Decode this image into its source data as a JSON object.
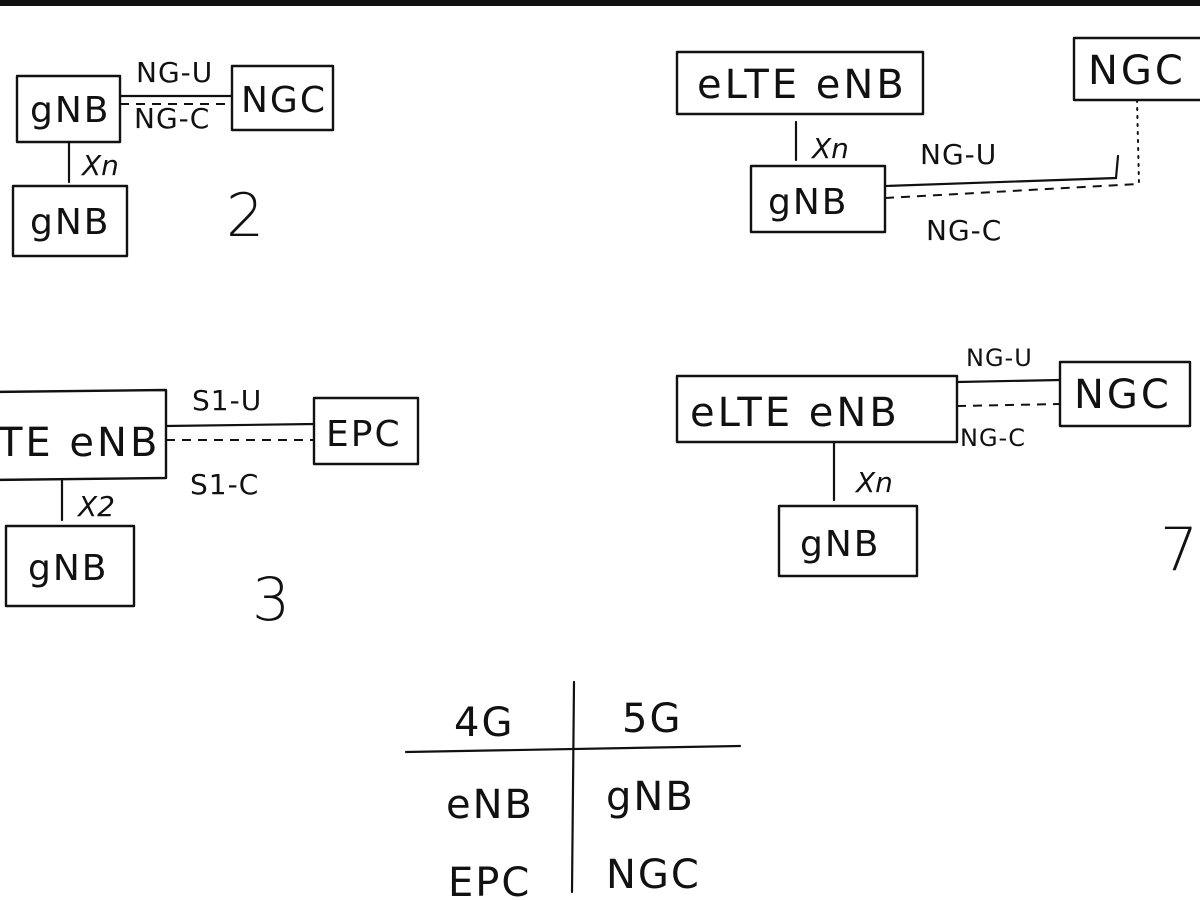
{
  "option2": {
    "node_top": "gNB",
    "node_core": "NGC",
    "node_bottom": "gNB",
    "user_plane": "NG-U",
    "control_plane": "NG-C",
    "xn": "Xn",
    "number": "2"
  },
  "option4": {
    "node_top": "eLTE eNB",
    "node_core": "NGC",
    "node_bottom": "gNB",
    "user_plane": "NG-U",
    "control_plane": "NG-C",
    "xn": "Xn"
  },
  "option3": {
    "node_top": "TE eNB",
    "node_core": "EPC",
    "node_bottom": "gNB",
    "user_plane": "S1-U",
    "control_plane": "S1-C",
    "x2": "X2",
    "number": "3"
  },
  "option7": {
    "node_top": "eLTE eNB",
    "node_core": "NGC",
    "node_bottom": "gNB",
    "user_plane": "NG-U",
    "control_plane": "NG-C",
    "xn": "Xn",
    "number": "7"
  },
  "comparison_table": {
    "headers": [
      "4G",
      "5G"
    ],
    "rows": [
      [
        "eNB",
        "gNB"
      ],
      [
        "EPC",
        "NGC"
      ]
    ]
  }
}
